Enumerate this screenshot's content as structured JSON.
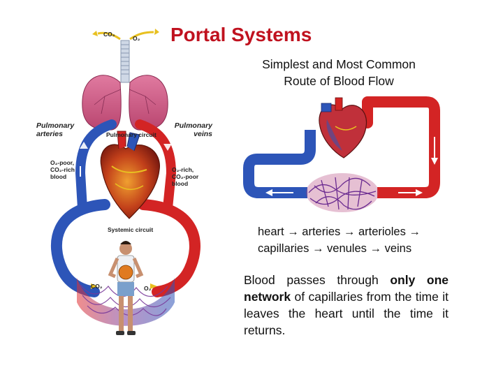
{
  "slide": {
    "title": "Portal Systems",
    "subtitle_line1": "Simplest and Most Common",
    "subtitle_line2": "Route of Blood Flow",
    "flow_line1": "heart → arteries → arterioles →",
    "flow_line2": "capillaries → venules → veins",
    "desc_pre": "Blood passes through ",
    "desc_bold": "only one network",
    "desc_post": " of capillaries from the time it leaves the heart until the time it returns."
  },
  "left_diagram": {
    "co2_top": "CO₂",
    "o2_top": "O₂",
    "pulmonary_arteries": "Pulmonary arteries",
    "pulmonary_veins": "Pulmonary veins",
    "pulmonary_circuit": "Pulmonary circuit",
    "o2_poor_1": "O₂-poor,",
    "o2_poor_2": "CO₂-rich",
    "o2_poor_3": "blood",
    "o2_rich_1": "O₂-rich,",
    "o2_rich_2": "CO₂-poor",
    "o2_rich_3": "blood",
    "systemic_circuit": "Systemic circuit",
    "co2_bottom": "CO₂",
    "o2_bottom": "O₂"
  },
  "colors": {
    "title_red": "#c0121f",
    "artery_red": "#d32424",
    "vein_blue": "#2d55b8",
    "capillary_purple": "#7a3a9a"
  }
}
